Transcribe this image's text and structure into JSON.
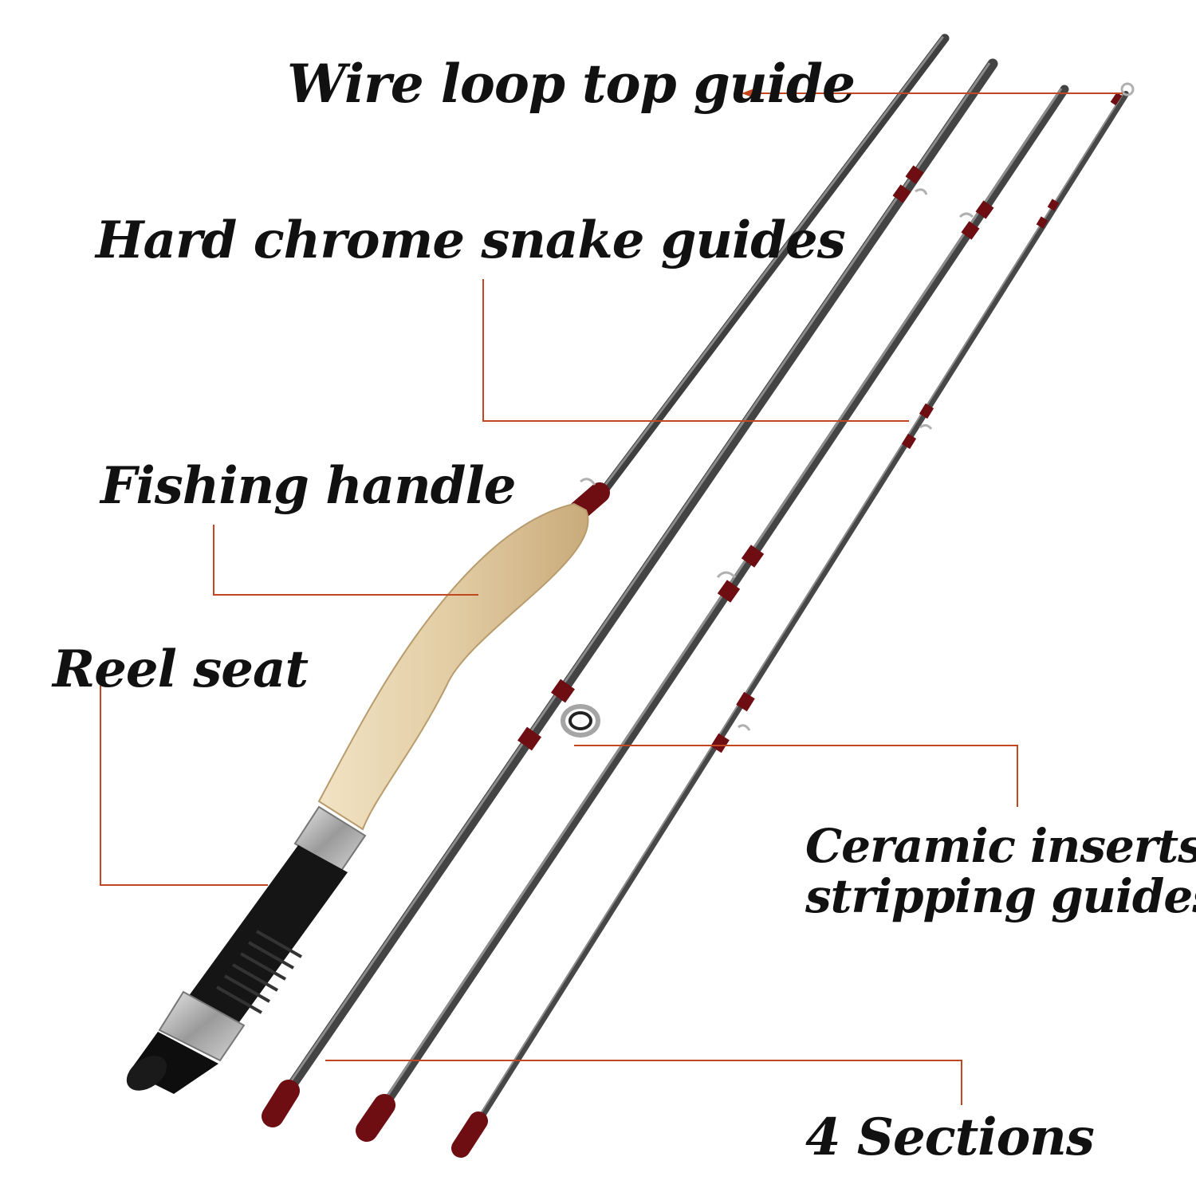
{
  "labels": {
    "wire_loop": "Wire loop top guide",
    "snake_guides": "Hard chrome snake guides",
    "handle": "Fishing handle",
    "reel_seat": "Reel seat",
    "ceramic_line1": "Ceramic inserts",
    "ceramic_line2": "stripping guides",
    "sections": "4 Sections"
  },
  "colors": {
    "background": "#ffffff",
    "text": "#111111",
    "leader_line": "#c2461f",
    "blank": "#4a4a4a",
    "wrap": "#7a0f14",
    "cork": "#e6d2ad",
    "reel_seat": "#141414",
    "metal": "#b9b9b9"
  },
  "sections_count": 4
}
